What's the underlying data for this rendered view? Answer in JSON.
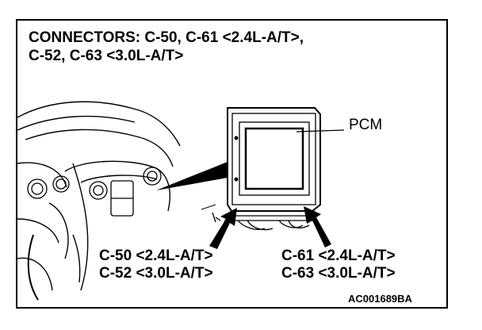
{
  "title": {
    "line1": "CONNECTORS: C-50, C-61 <2.4L-A/T>,",
    "line2": "C-52, C-63 <3.0L-A/T>"
  },
  "labels": {
    "pcm": "PCM",
    "left_connector_1": "C-50 <2.4L-A/T>",
    "left_connector_2": "C-52 <3.0L-A/T>",
    "right_connector_1": "C-61 <2.4L-A/T>",
    "right_connector_2": "C-63 <3.0L-A/T>"
  },
  "figure_code": "AC001689BA"
}
